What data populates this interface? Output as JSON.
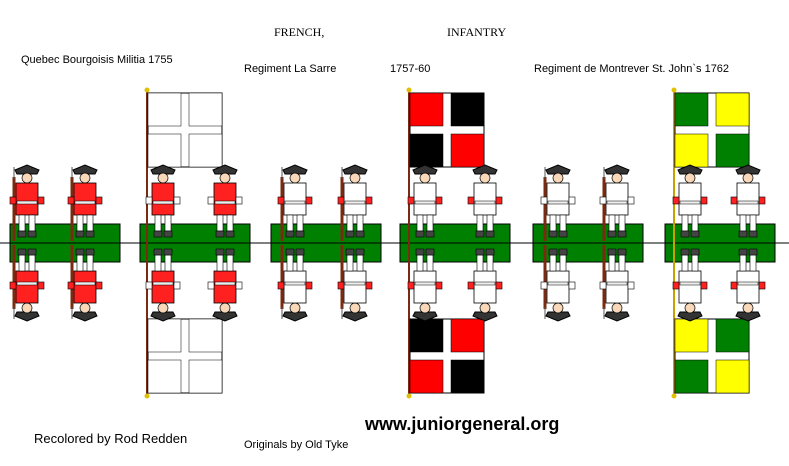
{
  "header": {
    "title_left": "FRENCH,",
    "title_right": "INFANTRY"
  },
  "labels": {
    "militia": "Quebec Bourgoisis Militia 1755",
    "la_sarre": "Regiment La Sarre",
    "la_sarre_years": "1757-60",
    "montrever": "Regiment de Montrever St. John`s 1762"
  },
  "footer": {
    "url": "www.juniorgeneral.org",
    "recolored": "Recolored by Rod Redden",
    "originals": "Originals by Old Tyke"
  },
  "colors": {
    "base_green": "#008000",
    "red": "#ff0000",
    "black": "#000000",
    "yellow": "#ffff00",
    "white": "#ffffff"
  },
  "groups": [
    {
      "name": "militia-musketeers",
      "coat": "#ff2020",
      "cuff": "#ff2020",
      "weapon": "musket"
    },
    {
      "name": "militia-officers-with-flag",
      "coat": "#ff2020",
      "cuff": "#ffffff",
      "weapon": "pike",
      "flag": {
        "quadrants": [
          "#ffffff",
          "#ffffff",
          "#ffffff",
          "#ffffff"
        ],
        "cross": "#ffffff"
      }
    },
    {
      "name": "la-sarre-musketeers",
      "coat": "#ffffff",
      "cuff": "#ff2020",
      "weapon": "musket"
    },
    {
      "name": "la-sarre-officers-with-flag",
      "coat": "#ffffff",
      "cuff": "#ff2020",
      "weapon": "pike",
      "flag": {
        "quadrants": [
          "#ff0000",
          "#000000",
          "#000000",
          "#ff0000"
        ],
        "cross": "#ffffff"
      }
    },
    {
      "name": "montrever-musketeers",
      "coat": "#ffffff",
      "cuff": "#ffffff",
      "weapon": "musket"
    },
    {
      "name": "montrever-officers-with-flag",
      "coat": "#ffffff",
      "cuff": "#ff2020",
      "weapon": "pike",
      "flag": {
        "quadrants": [
          "#008000",
          "#ffff00",
          "#ffff00",
          "#008000"
        ],
        "cross": "#ffffff"
      }
    }
  ]
}
